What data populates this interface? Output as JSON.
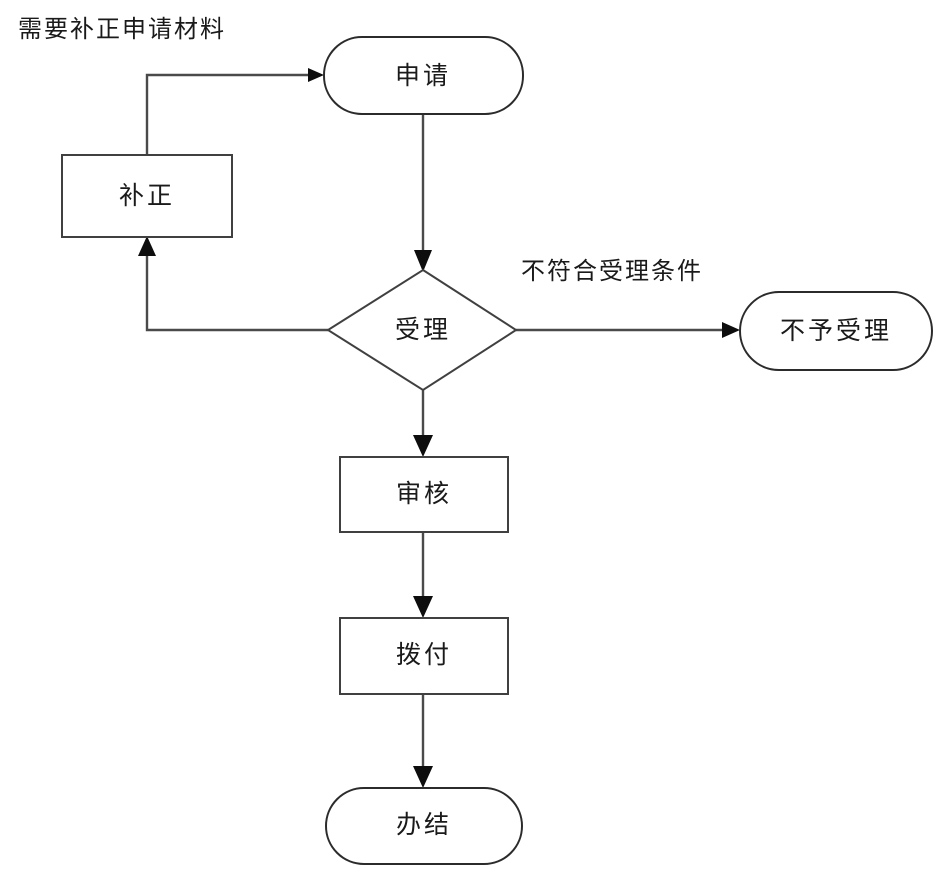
{
  "diagram": {
    "type": "flowchart",
    "orientation": "top-to-bottom",
    "background_color": "#ffffff",
    "line_color": "#4a4a4a",
    "text_color": "#1a1a1a",
    "nodes": [
      {
        "id": "apply",
        "label": "申请",
        "shape": "rounded-rectangle"
      },
      {
        "id": "supplement",
        "label": "补正",
        "shape": "rectangle"
      },
      {
        "id": "accept",
        "label": "受理",
        "shape": "diamond"
      },
      {
        "id": "reject",
        "label": "不予受理",
        "shape": "rounded-rectangle"
      },
      {
        "id": "review",
        "label": "审核",
        "shape": "rectangle"
      },
      {
        "id": "disburse",
        "label": "拨付",
        "shape": "rectangle"
      },
      {
        "id": "complete",
        "label": "办结",
        "shape": "rounded-rectangle"
      }
    ],
    "edge_labels": [
      {
        "id": "need-supplement",
        "label": "需要补正申请材料"
      },
      {
        "id": "not-qualified",
        "label": "不符合受理条件"
      }
    ],
    "edges": [
      {
        "from": "apply",
        "to": "accept",
        "label": ""
      },
      {
        "from": "accept",
        "to": "reject",
        "label": "不符合受理条件"
      },
      {
        "from": "accept",
        "to": "supplement",
        "label": "需要补正申请材料"
      },
      {
        "from": "supplement",
        "to": "apply",
        "label": ""
      },
      {
        "from": "accept",
        "to": "review",
        "label": ""
      },
      {
        "from": "review",
        "to": "disburse",
        "label": ""
      },
      {
        "from": "disburse",
        "to": "complete",
        "label": ""
      }
    ]
  }
}
